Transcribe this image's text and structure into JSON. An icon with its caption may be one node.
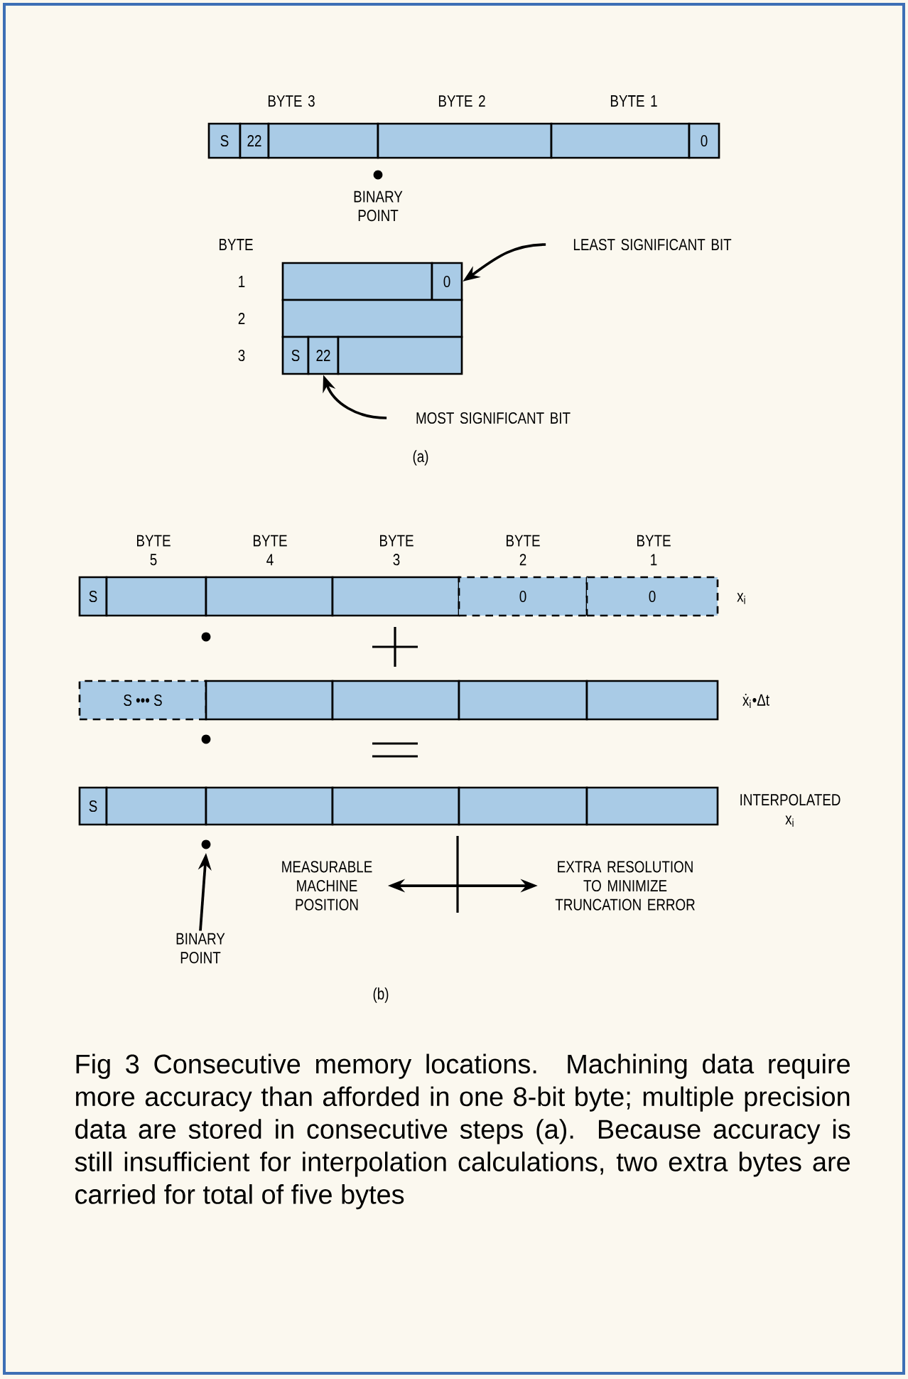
{
  "diagram": {
    "caption": "Fig 3 Consecutive memory locations. Machining data require more accuracy than afforded in one 8-bit byte; multiple precision data are stored in consecutive steps (a). Because accuracy is still insufficient for interpolation calculations, two extra bytes are carried for total of five bytes",
    "nodes": [
      {
        "text": [
          "S"
        ]
      },
      {
        "text": [
          "22"
        ]
      },
      {
        "text": [],
        "shape": "box"
      },
      {
        "text": [],
        "shape": "box"
      },
      {
        "text": [],
        "shape": "box"
      },
      {
        "text": [
          "0"
        ]
      },
      {
        "text": [],
        "shape": "box"
      },
      {
        "text": [
          "0"
        ]
      },
      {
        "text": [],
        "shape": "box"
      },
      {
        "text": [
          "S"
        ]
      },
      {
        "text": [
          "22"
        ]
      },
      {
        "text": [],
        "shape": "box"
      },
      {
        "text": [
          "LEAST SIGNIFICANT BIT"
        ]
      },
      {
        "text": [
          "MOST SIGNIFICANT BIT"
        ]
      },
      {
        "text": [
          "S"
        ]
      },
      {
        "text": [],
        "shape": "box"
      },
      {
        "text": [],
        "shape": "box"
      },
      {
        "text": [],
        "shape": "box"
      },
      {
        "text": [
          "0"
        ]
      },
      {
        "text": [
          "0"
        ]
      },
      {
        "text": [
          "S ••• S"
        ]
      },
      {
        "text": [],
        "shape": "box"
      },
      {
        "text": [],
        "shape": "box"
      },
      {
        "text": [],
        "shape": "box"
      },
      {
        "text": [],
        "shape": "box"
      },
      {
        "text": [
          "S"
        ]
      },
      {
        "text": [],
        "shape": "box"
      },
      {
        "text": [],
        "shape": "box"
      },
      {
        "text": [],
        "shape": "box"
      },
      {
        "text": [],
        "shape": "box"
      },
      {
        "text": [],
        "shape": "box"
      },
      {
        "text": [
          "MEASURABLE MACHINE POSITION"
        ]
      },
      {
        "text": [
          "EXTRA RESOLUTION TO MINIMIZE TRUNCATION ERROR"
        ]
      },
      {
        "text": [
          "BINARY POINT"
        ]
      }
    ],
    "edges": [
      {
        "from": 12,
        "to": 7,
        "arrow": "to"
      },
      {
        "from": 13,
        "to": 10,
        "arrow": "to"
      },
      {
        "from": 33,
        "to": null,
        "arrow": "to"
      },
      {
        "from": 31,
        "to": 32,
        "arrow": "both"
      }
    ],
    "labels": [
      "BYTE 3",
      "BYTE 2",
      "BYTE 1",
      "BINARY POINT",
      "BYTE",
      "1",
      "2",
      "3",
      "(a)",
      "BYTE 5",
      "BYTE 4",
      "BYTE 3",
      "BYTE 2",
      "BYTE 1",
      "x$_{i}$",
      "ẋ$_{i}$•Δt",
      "INTERPOLATED x$_{i}$",
      "(b)"
    ]
  }
}
